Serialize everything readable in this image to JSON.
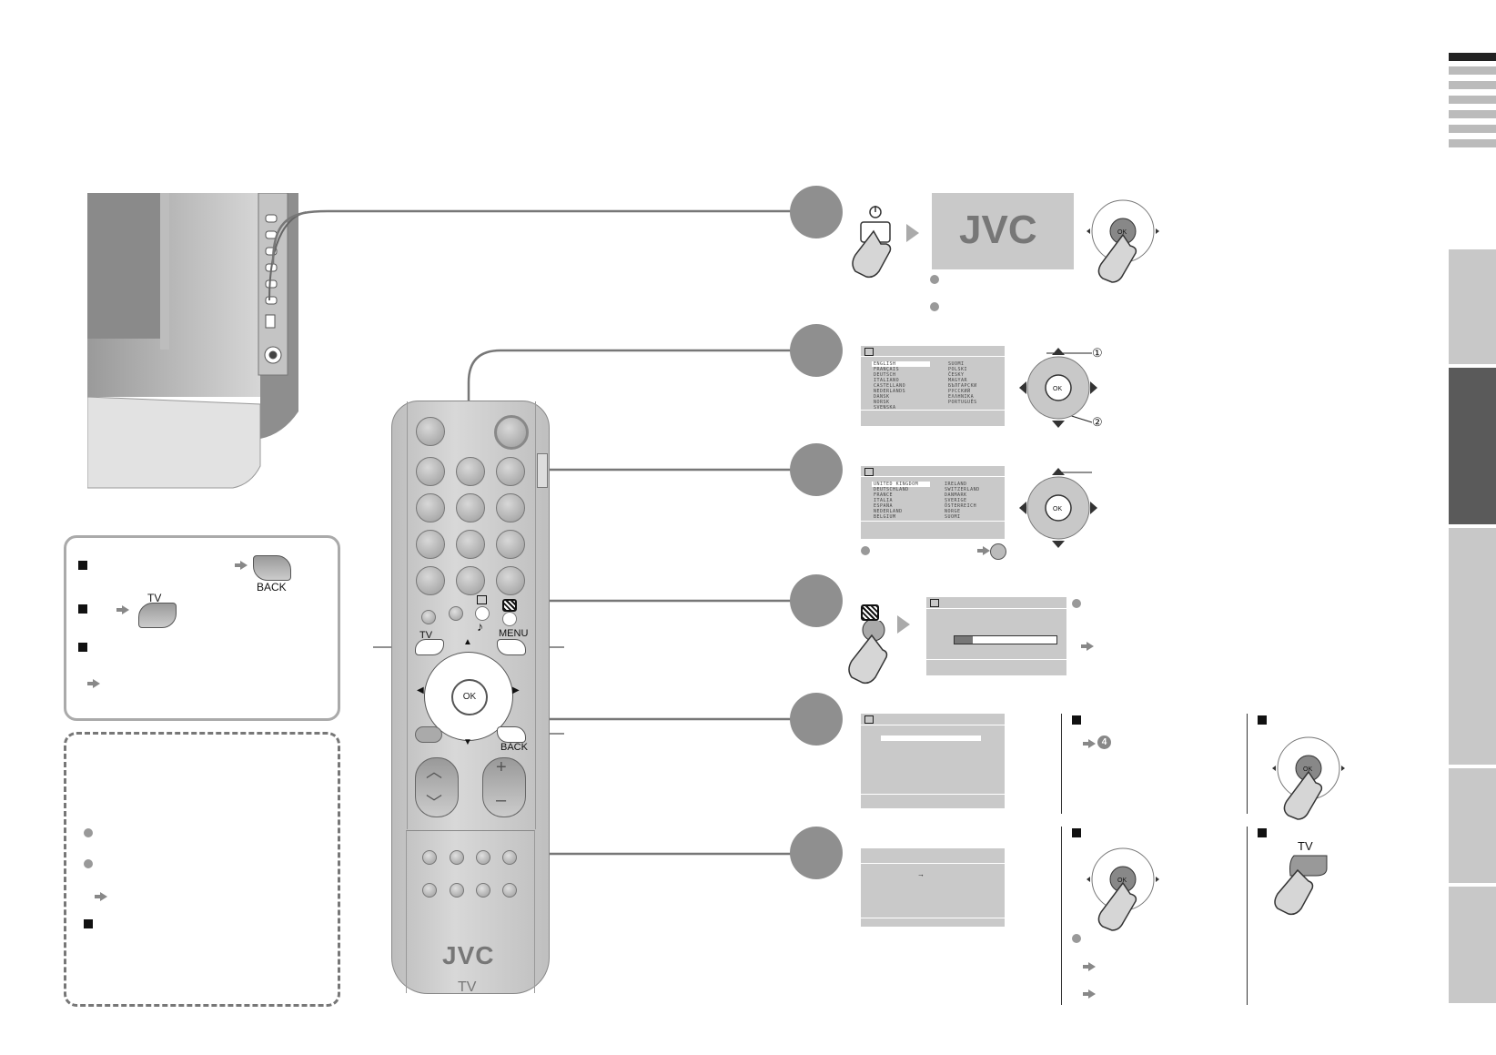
{
  "remote": {
    "brand": "JVC",
    "mode_label": "TV",
    "tv_label": "TV",
    "menu_label": "MENU",
    "back_label": "BACK",
    "ok_label": "OK"
  },
  "tv_screen_logo": "JVC",
  "language_menu": {
    "col1": [
      "ENGLISH",
      "FRANÇAIS",
      "DEUTSCH",
      "ITALIANO",
      "CASTELLANO",
      "NEDERLANDS",
      "DANSK",
      "NORSK",
      "SVENSKA"
    ],
    "col2": [
      "SUOMI",
      "POLSKI",
      "ČESKY",
      "MAGYAR",
      "БЪЛГАРСКИ",
      "РУССКИЙ",
      "ΕΛΛΗΝΙΚΑ",
      "PORTUGUÊS"
    ]
  },
  "country_menu": {
    "col1": [
      "UNITED KINGDOM",
      "DEUTSCHLAND",
      "FRANCE",
      "ITALIA",
      "ESPAÑA",
      "NEDERLAND",
      "BELGIUM"
    ],
    "col2": [
      "IRELAND",
      "SWITZERLAND",
      "DANMARK",
      "SVERIGE",
      "ÖSTERREICH",
      "NORGE",
      "SUOMI"
    ]
  },
  "legend": {
    "back_label": "BACK",
    "tv_label": "TV",
    "circle_1": "①",
    "circle_2": "②",
    "step_ref": "4"
  },
  "colors": {
    "step_circle": "#8f8f8f",
    "screen_bg": "#c9c9c9",
    "tab_dark": "#5a5a5a",
    "tab_light": "#c8c8c8"
  }
}
